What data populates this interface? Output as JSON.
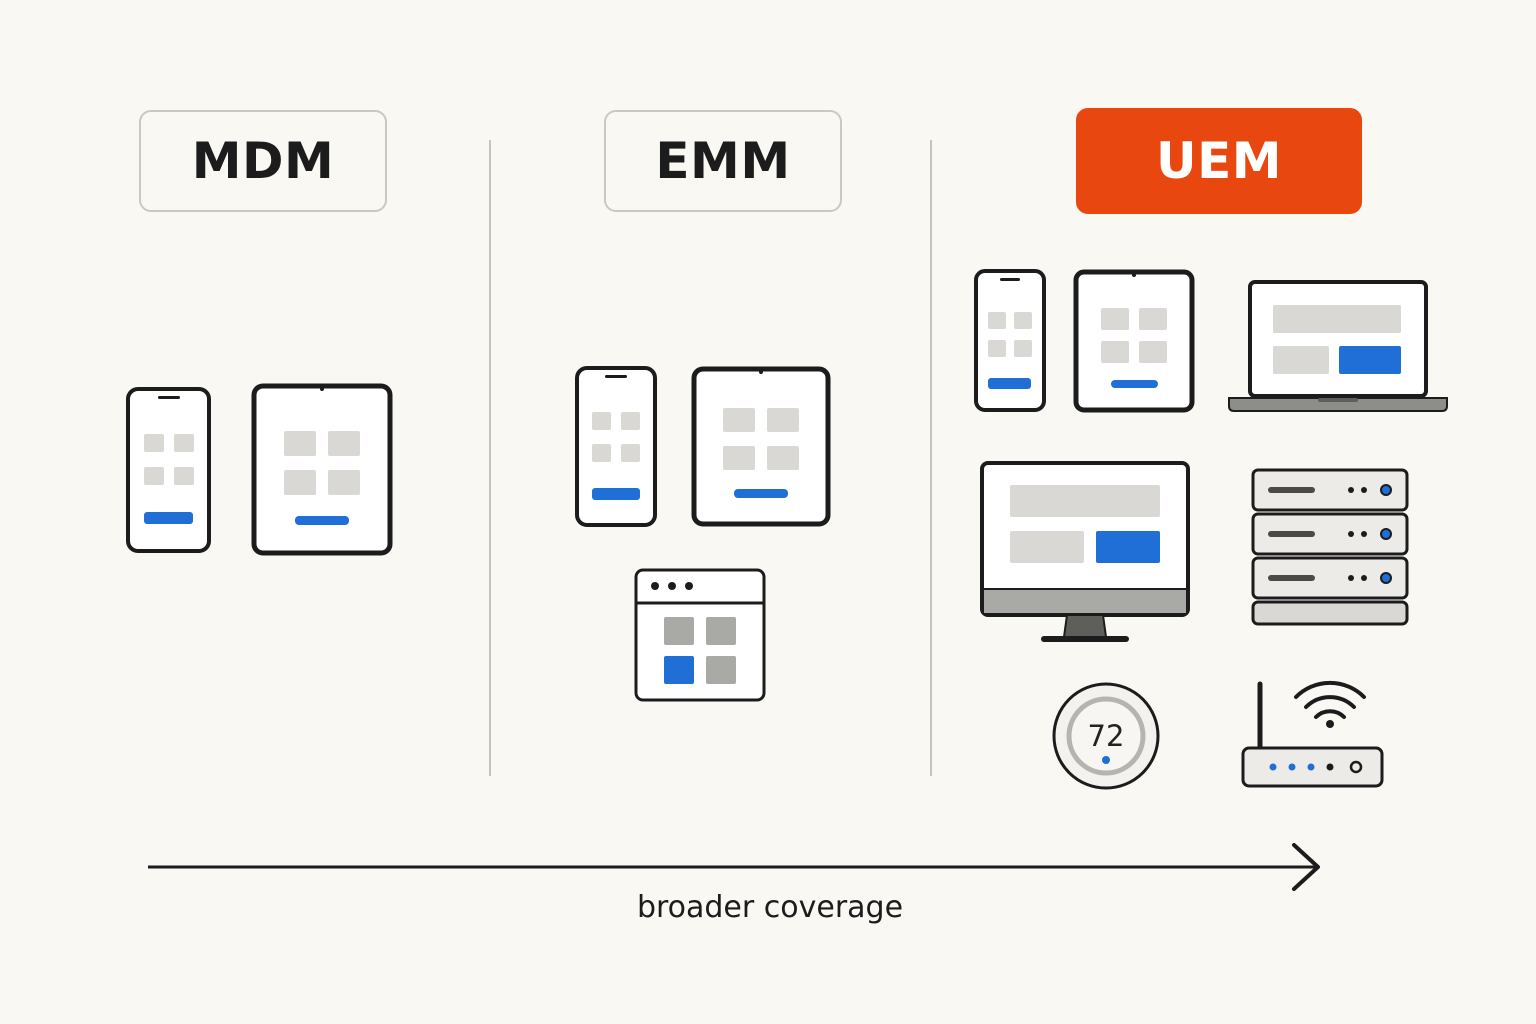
{
  "columns": [
    {
      "label": "MDM",
      "highlighted": false
    },
    {
      "label": "EMM",
      "highlighted": false
    },
    {
      "label": "UEM",
      "highlighted": true
    }
  ],
  "devices": {
    "mdm": [
      "smartphone-icon",
      "tablet-icon"
    ],
    "emm": [
      "smartphone-icon",
      "tablet-icon",
      "app-window-icon"
    ],
    "uem": [
      "smartphone-icon",
      "tablet-icon",
      "laptop-icon",
      "desktop-monitor-icon",
      "server-rack-icon",
      "thermostat-icon",
      "wifi-router-icon"
    ]
  },
  "thermostat": {
    "reading": "72"
  },
  "arrow": {
    "caption": "broader coverage"
  },
  "colors": {
    "background": "#f9f8f3",
    "accent": "#e8470f",
    "highlight_blue": "#1f6fd6",
    "outline": "#1c1c1c",
    "tile_gray": "#d9d8d4"
  }
}
